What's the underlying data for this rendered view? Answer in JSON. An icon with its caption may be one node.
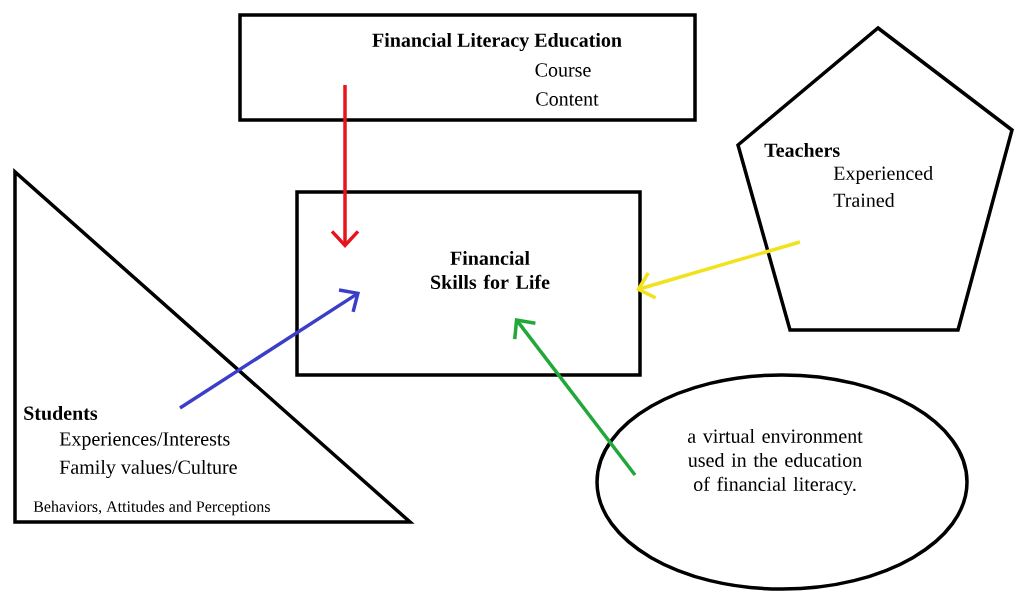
{
  "diagram": {
    "nodes": [
      {
        "text": [
          "Financial Literacy Education",
          "Course",
          "Content"
        ]
      },
      {
        "text": [
          "Financial Skills for Life"
        ]
      },
      {
        "text": [
          "Teachers",
          "Experienced",
          "Trained"
        ]
      },
      {
        "text": [
          "Students",
          "Experiences/Interests",
          "Family values/Culture",
          "Behaviors, Attitudes and Perceptions"
        ]
      },
      {
        "text": [
          "a virtual environment used in the education of financial literacy."
        ]
      }
    ],
    "edges": [
      {
        "from": 0,
        "to": 1,
        "arrow": "to",
        "color": "#e8141c"
      },
      {
        "from": 2,
        "to": 1,
        "arrow": "to",
        "color": "#f2e21c"
      },
      {
        "from": 3,
        "to": 1,
        "arrow": "to",
        "color": "#3b3fc8"
      },
      {
        "from": 4,
        "to": 1,
        "arrow": "to",
        "color": "#22a83a"
      }
    ]
  }
}
